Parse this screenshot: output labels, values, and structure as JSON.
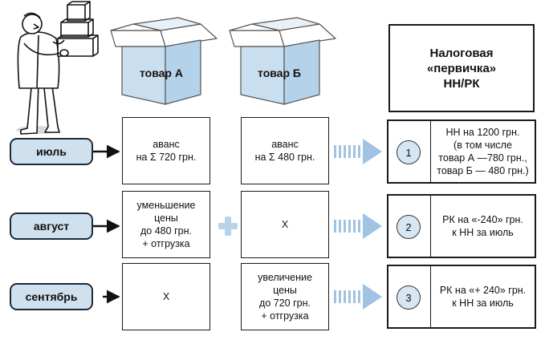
{
  "products": {
    "a": {
      "label": "товар\nА"
    },
    "b": {
      "label": "товар\nБ"
    }
  },
  "tax_header": {
    "label": "Налоговая\n«первичка»\nНН/РК"
  },
  "rows": [
    {
      "month": "июль",
      "a": "аванс\nна Σ 720 грн.",
      "b": "аванс\nна Σ 480 грн.",
      "num": "1",
      "doc": "НН на 1200 грн.\n(в том числе\nтовар А  —780 грн.,\nтовар Б — 480 грн.)"
    },
    {
      "month": "август",
      "a": "уменьшение\nцены\nдо 480 грн.\n+ отгрузка",
      "b": "Х",
      "num": "2",
      "doc": "РК на «-240» грн.\nк НН за июль"
    },
    {
      "month": "сентябрь",
      "a": "Х",
      "b": "увеличение\nцены\nдо 720 грн.\n+ отгрузка",
      "num": "3",
      "doc": "РК на «+ 240» грн.\nк НН за июль"
    }
  ],
  "colors": {
    "accent_light": "#cfe0ee",
    "box_front": "#c9dff0",
    "arrow_dotted": "#9fc3e0",
    "plus": "#b8d3ea"
  },
  "icons": {
    "figure": "man-carrying-boxes-icon",
    "box": "open-cardboard-box-icon",
    "plus": "plus-icon",
    "arrow": "dotted-arrow-icon"
  }
}
